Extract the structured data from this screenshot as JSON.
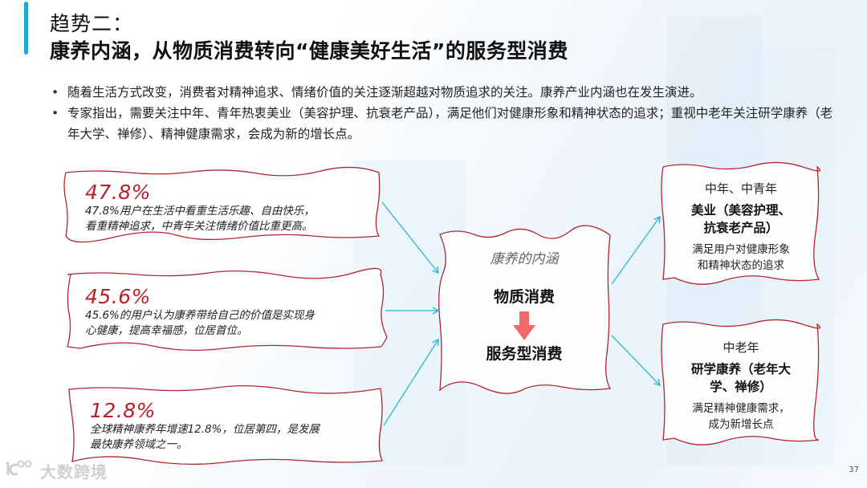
{
  "header": {
    "title_line1": "趋势二：",
    "title_line2": "康养内涵，从物质消费转向“健康美好生活”的服务型消费",
    "accent_color": "#1ba8d8"
  },
  "bullets": [
    {
      "marker": "•",
      "text": "随着生活方式改变，消费者对精神追求、情绪价值的关注逐渐超越对物质追求的关注。康养产业内涵也在发生演进。"
    },
    {
      "marker": "•",
      "text": "专家指出，需要关注中年、青年热衷美业（美容护理、抗衰老产品），满足他们对健康形象和精神状态的追求；重视中老年关注研学康养（老年大学、禅修）、精神健康需求，会成为新的增长点。"
    }
  ],
  "stats": [
    {
      "value": "47.8%",
      "desc_line1": "47.8%用户在生活中看重生活乐趣、自由快乐，",
      "desc_line2": "看重精神追求，中青年关注情绪价值比重更高。"
    },
    {
      "value": "45.6%",
      "desc_line1": "45.6%的用户认为康养带给自己的价值是实现身",
      "desc_line2": "心健康，提高幸福感，位居首位。"
    },
    {
      "value": "12.8%",
      "desc_line1": "全球精神康养年增速12.8%，位居第四，是发展",
      "desc_line2": "最快康养领域之一。"
    }
  ],
  "center": {
    "label": "康养的内涵",
    "from": "物质消费",
    "to": "服务型消费",
    "arrow_icon": "down-arrow",
    "arrow_color": "#f26a6a"
  },
  "right_boxes": [
    {
      "head": "中年、中青年",
      "title_line1": "美业（美容护理、",
      "title_line2": "抗衰老产品）",
      "desc_line1": "满足用户对健康形象",
      "desc_line2": "和精神状态的追求"
    },
    {
      "head": "中老年",
      "title_line1": "研学康养（老年大",
      "title_line2": "学、禅修）",
      "desc_line1": "满足精神健康需求，",
      "desc_line2": "成为新增长点"
    }
  ],
  "colors": {
    "frame_border": "#b2262c",
    "connector": "#2bb7cf",
    "stat_value": "#b8202a"
  },
  "footer": {
    "logo_mark": "10^0",
    "logo_text": "大数跨境",
    "page_number": "37"
  }
}
